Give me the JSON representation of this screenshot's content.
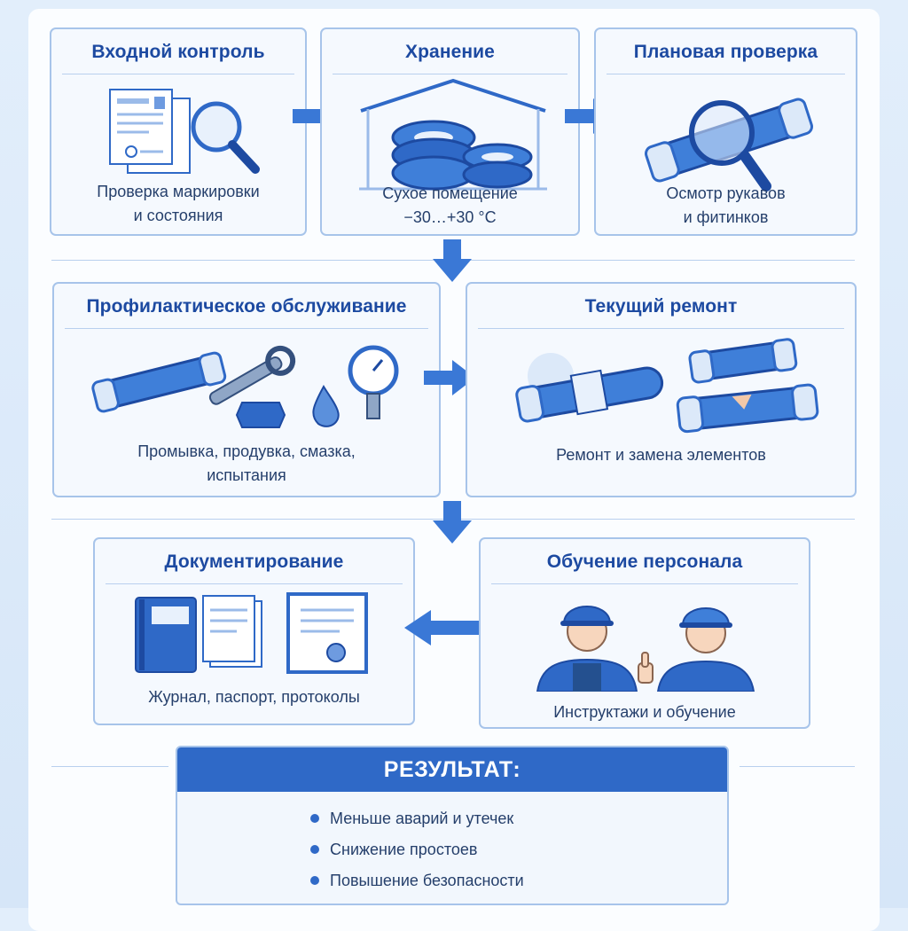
{
  "colors": {
    "accent": "#2f69c7",
    "title": "#1d4aa1",
    "border": "#a7c4ea",
    "card_bg": "#f5f9fe",
    "text": "#253f6b"
  },
  "cards": [
    {
      "title": "Входной контроль",
      "lines": [
        "Проверка маркировки",
        "и состояния"
      ],
      "icon": "document-magnifier-icon"
    },
    {
      "title": "Хранение",
      "lines": [
        "Сухое помещение",
        "−30…+30 °C"
      ],
      "icon": "warehouse-hoses-icon"
    },
    {
      "title": "Плановая проверка",
      "lines": [
        "Осмотр рукавов",
        "и фитинков"
      ],
      "icon": "hose-magnifier-icon"
    },
    {
      "title": "Профилактическое обслуживание",
      "lines": [
        "Промывка, продувка, смазка,",
        "испытания"
      ],
      "icon": "maintenance-tools-icon"
    },
    {
      "title": "Текущий ремонт",
      "lines": [
        "Ремонт и замена элементов"
      ],
      "icon": "repaired-hoses-icon"
    },
    {
      "title": "Документирование",
      "lines": [
        "Журнал, паспорт, протоколы"
      ],
      "icon": "documents-icon"
    },
    {
      "title": "Обучение персонала",
      "lines": [
        "Инструктажи и обучение"
      ],
      "icon": "workers-icon"
    }
  ],
  "result": {
    "title": "РЕЗУЛЬТАТ:",
    "items": [
      "Меньше аварий и утечек",
      "Снижение простоев",
      "Повышение безопасности"
    ]
  }
}
